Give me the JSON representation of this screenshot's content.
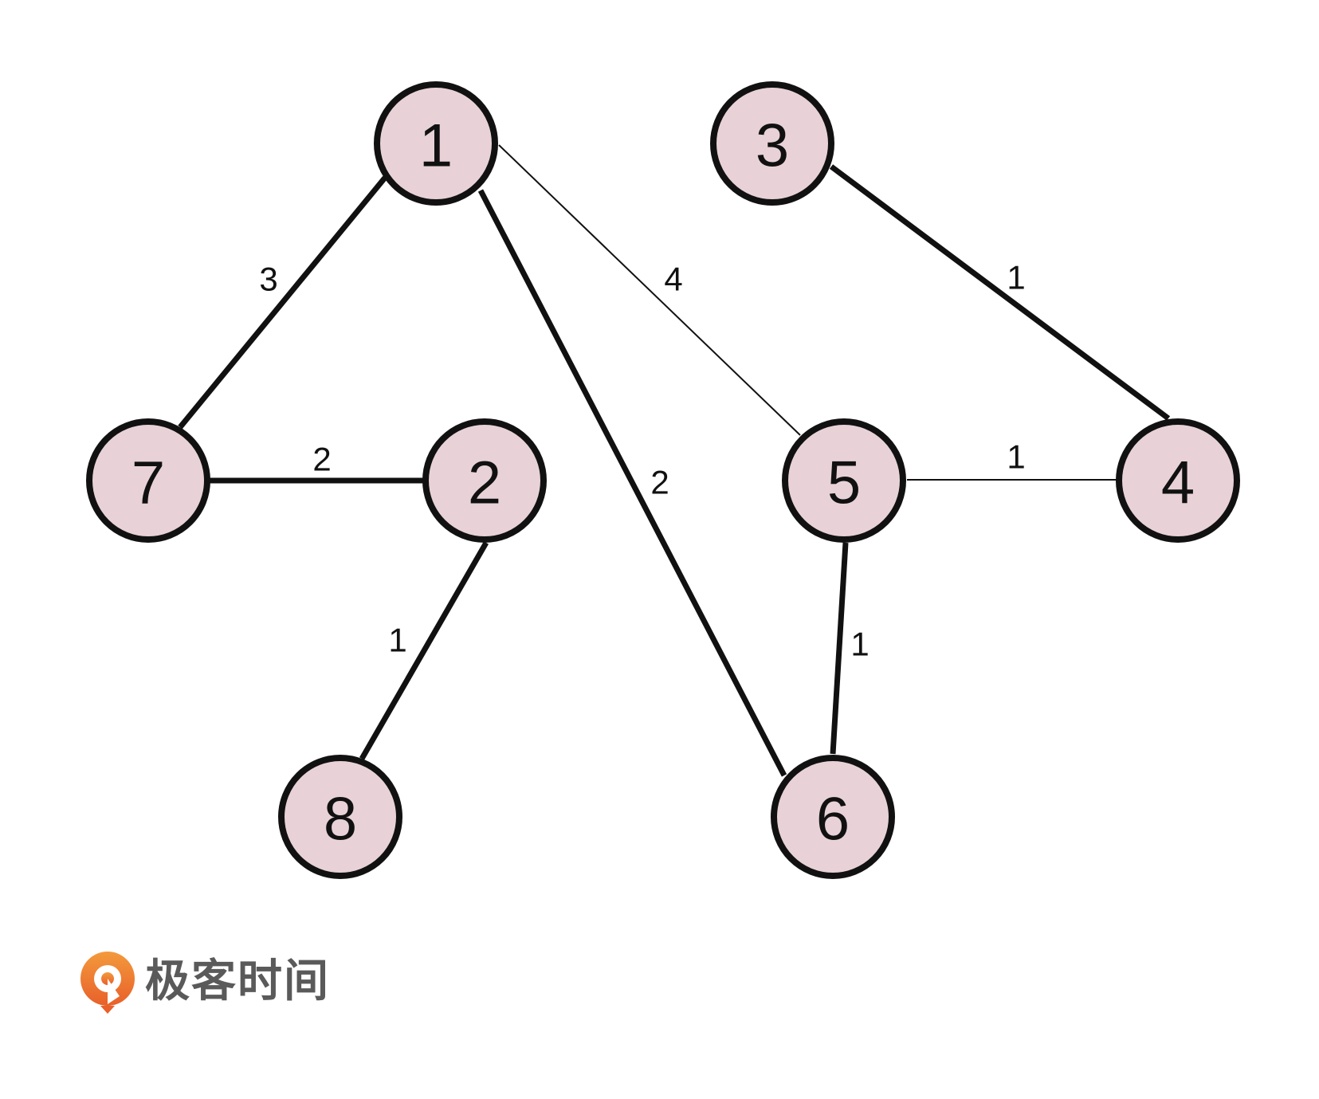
{
  "colors": {
    "node_fill": "#e8d2d7",
    "stroke": "#111111",
    "logo_orange": "#f07a2a",
    "logo_text": "#5a5a5a"
  },
  "graph": {
    "nodes": [
      {
        "id": "1",
        "label": "1"
      },
      {
        "id": "3",
        "label": "3"
      },
      {
        "id": "7",
        "label": "7"
      },
      {
        "id": "2",
        "label": "2"
      },
      {
        "id": "5",
        "label": "5"
      },
      {
        "id": "4",
        "label": "4"
      },
      {
        "id": "8",
        "label": "8"
      },
      {
        "id": "6",
        "label": "6"
      }
    ],
    "edges": [
      {
        "from": "1",
        "to": "7",
        "weight": "3",
        "highlighted": true
      },
      {
        "from": "1",
        "to": "5",
        "weight": "4",
        "highlighted": false
      },
      {
        "from": "3",
        "to": "4",
        "weight": "1",
        "highlighted": true
      },
      {
        "from": "7",
        "to": "2",
        "weight": "2",
        "highlighted": true
      },
      {
        "from": "1",
        "to": "6",
        "weight": "2",
        "highlighted": true
      },
      {
        "from": "5",
        "to": "4",
        "weight": "1",
        "highlighted": false
      },
      {
        "from": "2",
        "to": "8",
        "weight": "1",
        "highlighted": true
      },
      {
        "from": "5",
        "to": "6",
        "weight": "1",
        "highlighted": true
      }
    ]
  },
  "logo": {
    "text": "极客时间",
    "icon": "geektime-logo-icon"
  }
}
